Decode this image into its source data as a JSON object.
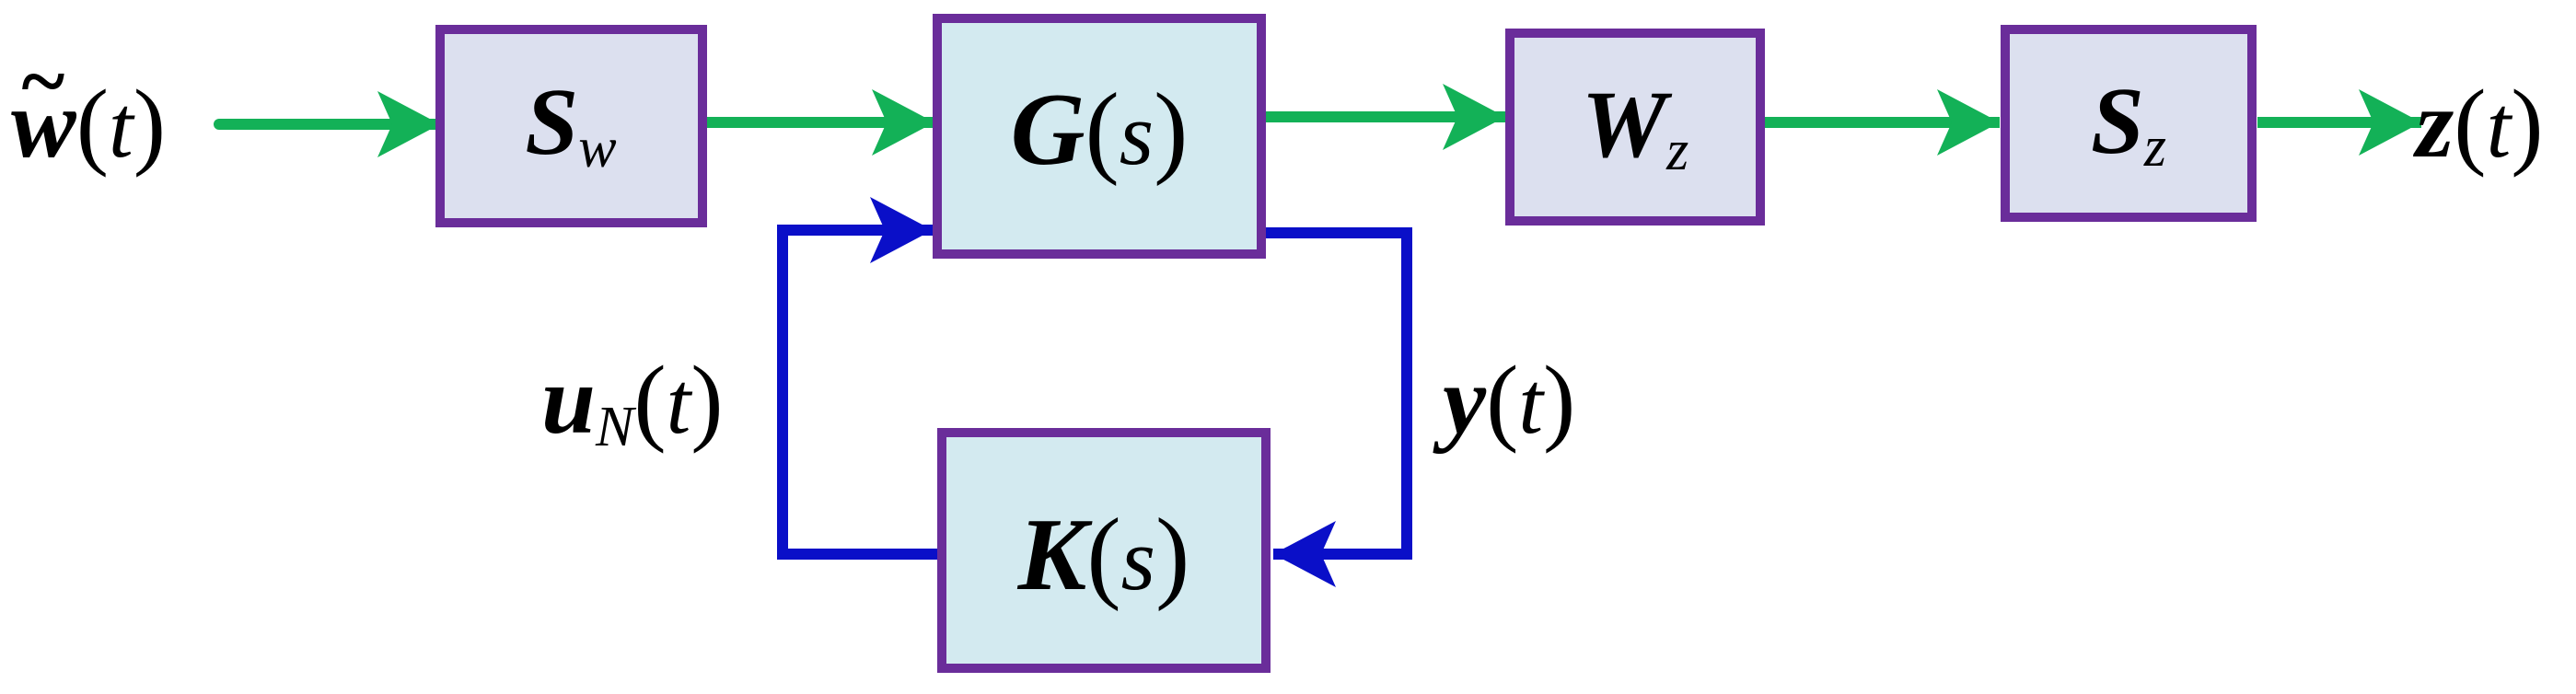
{
  "colors": {
    "forward_signal": "#13b157",
    "feedback_signal": "#0a0fc8",
    "block_border": "#6a2d9a",
    "block_fill_scaling": "#dce0ef",
    "block_fill_system": "#d3eaf0",
    "text": "#000000"
  },
  "signals": {
    "input": {
      "name": "w",
      "accent": "~",
      "arg": "t"
    },
    "control": {
      "name": "u",
      "sub": "N",
      "arg": "t"
    },
    "measurement": {
      "name": "y",
      "arg": "t"
    },
    "output": {
      "name": "z",
      "arg": "t"
    }
  },
  "blocks": {
    "input_scaling": {
      "name": "S",
      "sub": "w"
    },
    "plant": {
      "name": "G",
      "arg": "s"
    },
    "weight": {
      "name": "W",
      "sub": "z"
    },
    "output_scaling": {
      "name": "S",
      "sub": "z"
    },
    "controller": {
      "name": "K",
      "arg": "s"
    }
  },
  "punct": {
    "open": "(",
    "close": ")"
  }
}
